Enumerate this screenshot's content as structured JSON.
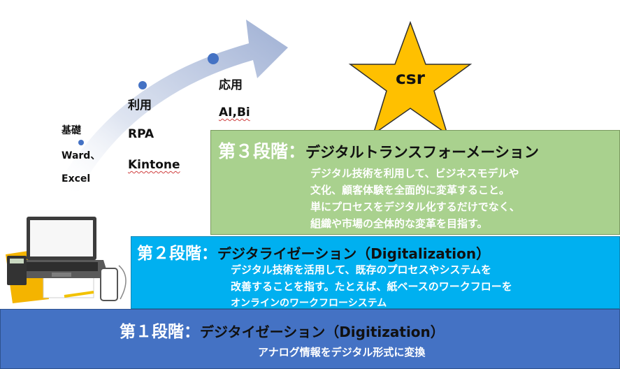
{
  "star": {
    "label": "csr",
    "fill": "#ffc000",
    "stroke": "#2f2f2f"
  },
  "progression": {
    "basic": {
      "head": "基礎",
      "line1": "Ward、",
      "line2": "Excel"
    },
    "usage": {
      "head": "利用",
      "line1": "RPA",
      "line2": "Kintone"
    },
    "applied": {
      "head": "応用",
      "line1": "AI,Bi"
    }
  },
  "stage3": {
    "prefix": "第３段階：",
    "name": "デジタルトランスフォーメーション",
    "desc": [
      "デジタル技術を利用して、ビジネスモデルや",
      "文化、顧客体験を全面的に変革すること。",
      "単にプロセスをデジタル化するだけでなく、",
      "組織や市場の全体的な変革を目指す。"
    ],
    "color": "#a9d18e"
  },
  "stage2": {
    "prefix": "第２段階：",
    "name": "デジタライゼーション（Digitalization）",
    "desc": [
      "デジタル技術を活用して、既存のプロセスやシステムを",
      "改善することを指す。たとえば、紙ベースのワークフローを",
      "オンラインのワークフローシステム"
    ],
    "color": "#00b0f0"
  },
  "stage1": {
    "prefix": "第１段階：",
    "name": "デジタイゼーション（Digitization）",
    "desc": "アナログ情報をデジタル形式に変換",
    "color": "#4472c4"
  }
}
